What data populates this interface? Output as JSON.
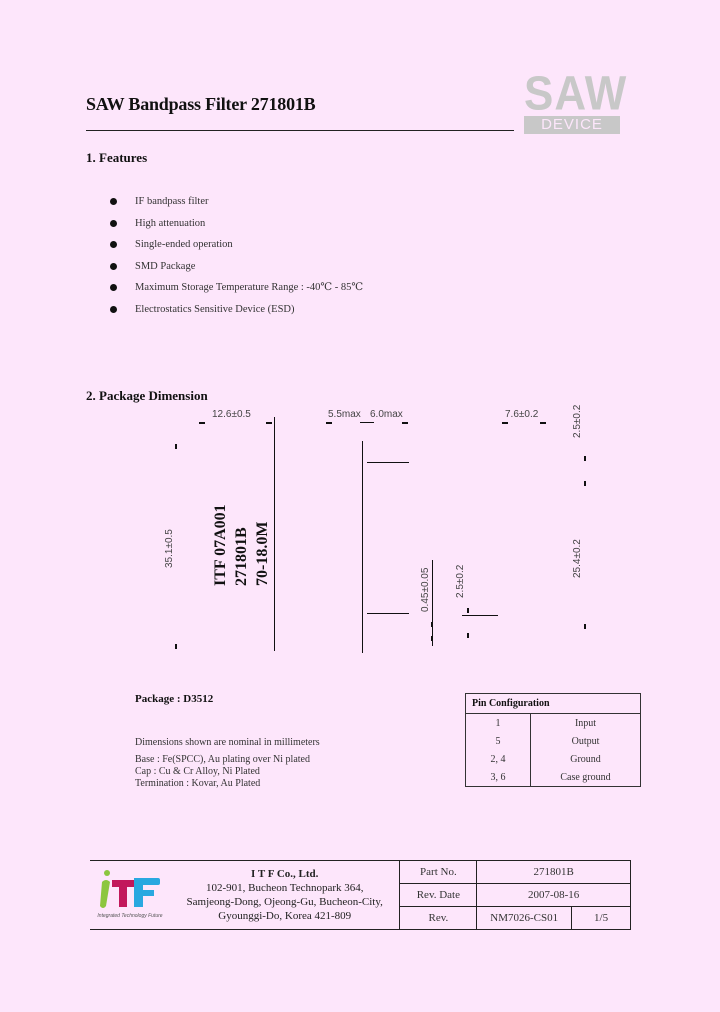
{
  "header": {
    "title": "SAW Bandpass Filter 271801B",
    "logo_top": "SAW",
    "logo_bottom": "DEVICE",
    "logo_color": "#c8c8c8"
  },
  "features": {
    "heading": "1. Features",
    "items": [
      "IF bandpass filter",
      "High attenuation",
      "Single-ended operation",
      "SMD Package",
      "Maximum Storage Temperature Range : -40℃ - 85℃",
      "Electrostatics Sensitive Device (ESD)"
    ]
  },
  "package_dimension": {
    "heading": "2. Package Dimension",
    "dimensions": {
      "width": "12.6±0.5",
      "height_max": "5.5max",
      "height_max2": "6.0max",
      "side_width": "7.6±0.2",
      "length": "35.1±0.5",
      "lead_thickness": "0.45±0.05",
      "lead_pitch": "2.5±0.2",
      "pin_offset": "2.5±0.2",
      "pin_span": "25.4±0.2"
    },
    "marking": [
      "ITF 07A001",
      "271801B",
      "70-18.0M"
    ]
  },
  "package_info": {
    "label": "Package : D3512",
    "notes": [
      "Dimensions shown are nominal in millimeters",
      "Base : Fe(SPCC), Au plating over Ni plated",
      "Cap : Cu & Cr Alloy, Ni Plated",
      "Termination : Kovar, Au Plated"
    ]
  },
  "pin_configuration": {
    "heading": "Pin Configuration",
    "rows": [
      {
        "pin": "1",
        "function": "Input"
      },
      {
        "pin": "5",
        "function": "Output"
      },
      {
        "pin": "2, 4",
        "function": "Ground"
      },
      {
        "pin": "3, 6",
        "function": "Case ground"
      }
    ]
  },
  "footer": {
    "logo_text": "iTF",
    "logo_tagline": "Integrated Technology Future",
    "logo_colors": {
      "i": "#8cc63f",
      "t": "#c2185b",
      "f": "#29a8e0"
    },
    "company_name": "I T F   Co., Ltd.",
    "address": [
      "102-901, Bucheon Technopark 364,",
      "Samjeong-Dong, Ojeong-Gu, Bucheon-City,",
      "Gyounggi-Do, Korea 421-809"
    ],
    "part_no_label": "Part No.",
    "part_no": "271801B",
    "rev_date_label": "Rev. Date",
    "rev_date": "2007-08-16",
    "rev_label": "Rev.",
    "rev": "NM7026-CS01",
    "page": "1/5"
  }
}
